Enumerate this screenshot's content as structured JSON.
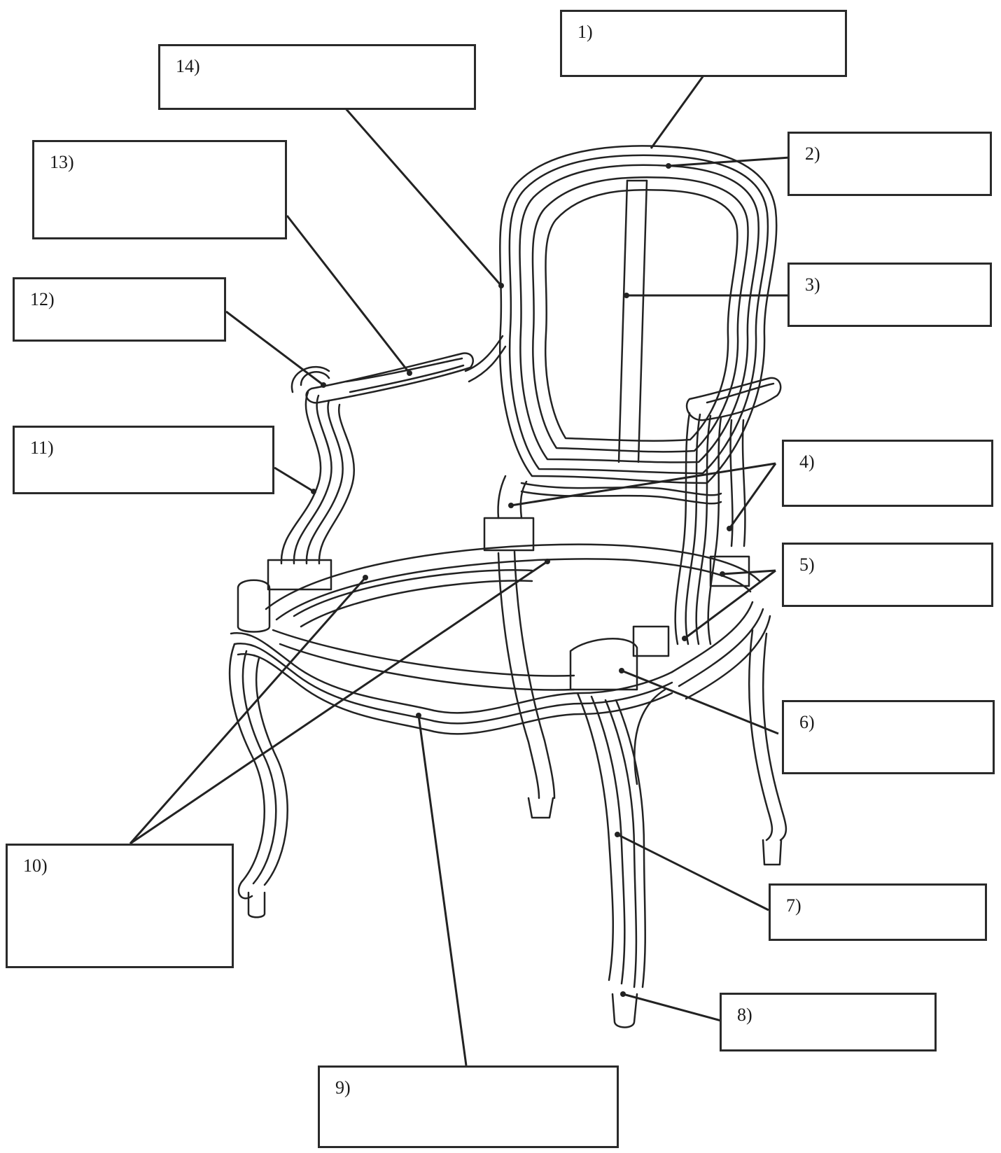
{
  "diagram": {
    "subject": "armchair-frame",
    "labels": [
      {
        "id": "1",
        "text": "1)"
      },
      {
        "id": "2",
        "text": "2)"
      },
      {
        "id": "3",
        "text": "3)"
      },
      {
        "id": "4",
        "text": "4)"
      },
      {
        "id": "5",
        "text": "5)"
      },
      {
        "id": "6",
        "text": "6)"
      },
      {
        "id": "7",
        "text": "7)"
      },
      {
        "id": "8",
        "text": "8)"
      },
      {
        "id": "9",
        "text": "9)"
      },
      {
        "id": "10",
        "text": "10)"
      },
      {
        "id": "11",
        "text": "11)"
      },
      {
        "id": "12",
        "text": "12)"
      },
      {
        "id": "13",
        "text": "13)"
      },
      {
        "id": "14",
        "text": "14)"
      }
    ]
  }
}
